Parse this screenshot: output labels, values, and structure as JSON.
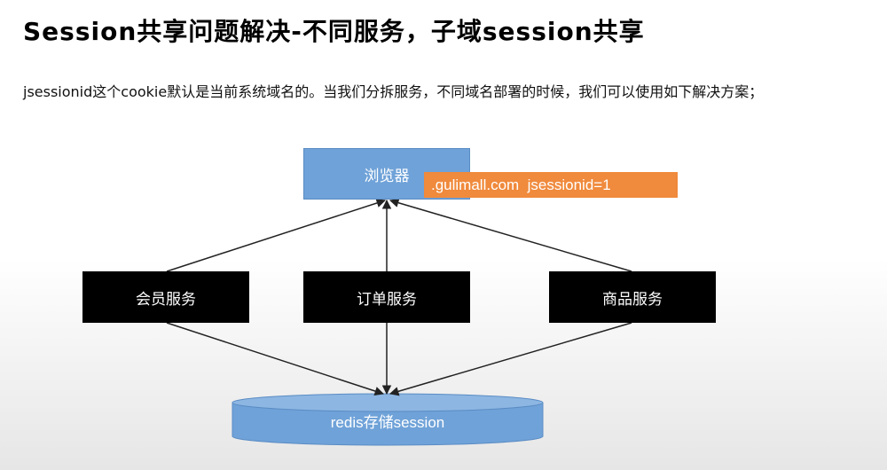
{
  "slide": {
    "title": "Session共享问题解决-不同服务，子域session共享",
    "description": "jsessionid这个cookie默认是当前系统域名的。当我们分拆服务，不同域名部署的时候，我们可以使用如下解决方案；"
  },
  "diagram": {
    "browser": "浏览器",
    "cookie": ".gulimall.com  jsessionid=1",
    "services": {
      "member": "会员服务",
      "order": "订单服务",
      "product": "商品服务"
    },
    "storage": "redis存储session",
    "colors": {
      "browser": "#6fa2d8",
      "cookie": "#f08a3c",
      "service": "#000000",
      "storage": "#6fa2d8"
    }
  }
}
